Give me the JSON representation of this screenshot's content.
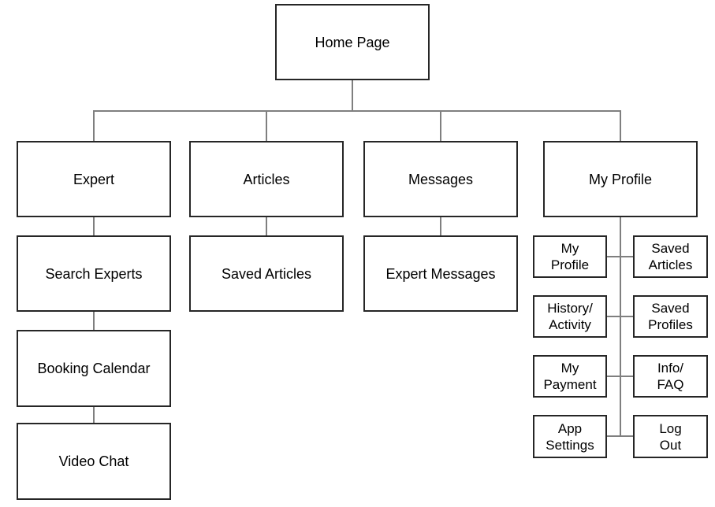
{
  "diagram": {
    "type": "sitemap-flowchart",
    "root": {
      "label": "Home Page"
    },
    "sections": [
      {
        "label": "Expert",
        "children": [
          {
            "label": "Search Experts"
          },
          {
            "label": "Booking Calendar"
          },
          {
            "label": "Video Chat"
          }
        ]
      },
      {
        "label": "Articles",
        "children": [
          {
            "label": "Saved Articles"
          }
        ]
      },
      {
        "label": "Messages",
        "children": [
          {
            "label": "Expert Messages"
          }
        ]
      },
      {
        "label": "My Profile",
        "grid": {
          "left": [
            {
              "label": "My\nProfile"
            },
            {
              "label": "History/\nActivity"
            },
            {
              "label": "My\nPayment"
            },
            {
              "label": "App\nSettings"
            }
          ],
          "right": [
            {
              "label": "Saved\nArticles"
            },
            {
              "label": "Saved\nProfiles"
            },
            {
              "label": "Info/\nFAQ"
            },
            {
              "label": "Log\nOut"
            }
          ]
        }
      }
    ],
    "colors": {
      "background": "#ffffff",
      "box_border": "#262626",
      "box_fill": "#ffffff",
      "connector": "#7f7f7f",
      "text": "#000000"
    }
  }
}
